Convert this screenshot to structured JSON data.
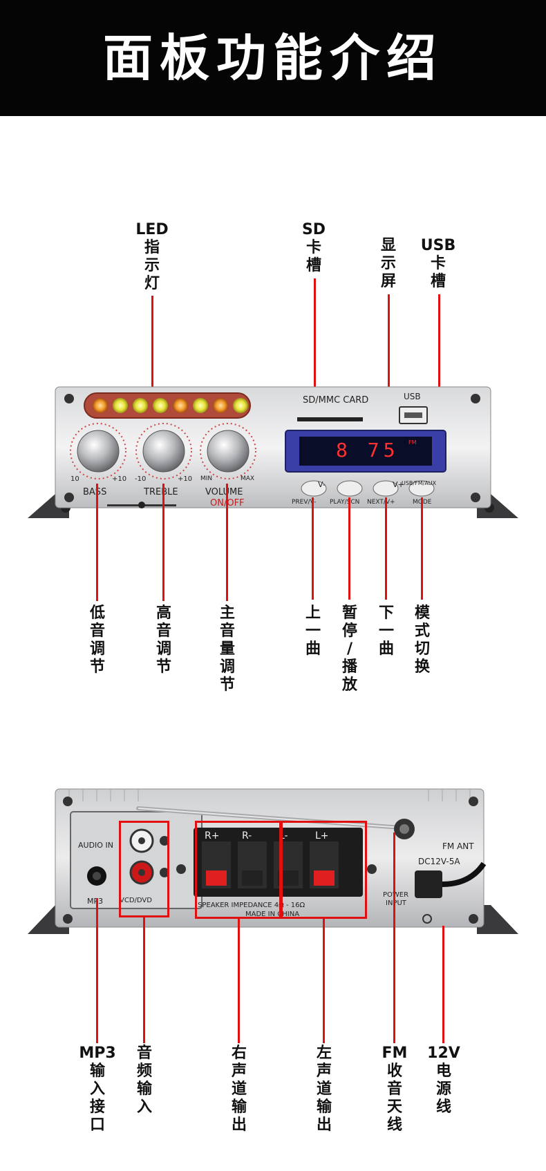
{
  "header": {
    "title": "面板功能介绍"
  },
  "front_panel": {
    "sd_slot_label": "SD/MMC CARD",
    "usb_label": "USB",
    "display_text": "8 75",
    "display_suffix": "FM",
    "knobs": [
      {
        "name": "BASS",
        "min": "10",
        "max": "+10"
      },
      {
        "name": "TREBLE",
        "min": "-10",
        "max": "+10"
      },
      {
        "name": "VOLUME",
        "min": "MIN",
        "max": "MAX",
        "sub": "ON/OFF"
      }
    ],
    "buttons": [
      {
        "top": "V-",
        "bottom": "PREV/V-"
      },
      {
        "top": "",
        "bottom": "PLAY/SCN"
      },
      {
        "top": "V+",
        "bottom": "NEXT/V+"
      },
      {
        "top": "USB/FM/AUX",
        "bottom": "MODE"
      }
    ],
    "top_callouts": [
      [
        "LED",
        "指",
        "示",
        "灯"
      ],
      [
        "SD",
        "卡",
        "槽"
      ],
      [
        "显",
        "示",
        "屏"
      ],
      [
        "USB",
        "卡",
        "槽"
      ]
    ],
    "bottom_callouts": [
      [
        "低",
        "音",
        "调",
        "节"
      ],
      [
        "高",
        "音",
        "调",
        "节"
      ],
      [
        "主",
        "音",
        "量",
        "调",
        "节"
      ],
      [
        "上",
        "一",
        "曲"
      ],
      [
        "暂",
        "停",
        "/",
        "播",
        "放"
      ],
      [
        "下",
        "一",
        "曲"
      ],
      [
        "模",
        "式",
        "切",
        "换"
      ]
    ]
  },
  "rear_panel": {
    "audio_in_label": "AUDIO IN",
    "mp3_label": "MP3",
    "vcd_label": "VCD/DVD",
    "speaker_labels": [
      "R+",
      "R-",
      "L-",
      "L+"
    ],
    "speaker_impedance": "SPEAKER  IMPEDANCE  4Ω - 16Ω",
    "made_in": "MADE IN CHINA",
    "fm_ant": "FM ANT",
    "dc_label": "DC12V-5A",
    "power_input": [
      "POWER",
      "INPUT"
    ],
    "bottom_callouts": [
      [
        "MP3",
        "输",
        "入",
        "接",
        "口"
      ],
      [
        "音",
        "频",
        "输",
        "入"
      ],
      [
        "右",
        "声",
        "道",
        "输",
        "出"
      ],
      [
        "左",
        "声",
        "道",
        "输",
        "出"
      ],
      [
        "FM",
        "收",
        "音",
        "天",
        "线"
      ],
      [
        "12V",
        "电",
        "源",
        "线"
      ]
    ]
  }
}
